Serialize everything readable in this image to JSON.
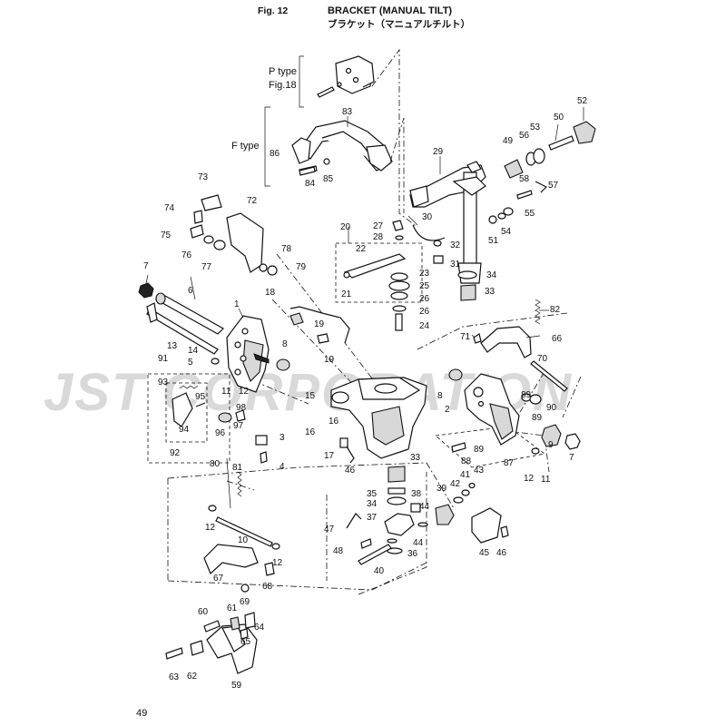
{
  "header": {
    "fig": "Fig. 12",
    "title_en": "BRACKET (MANUAL TILT)",
    "title_jp": "ブラケット（マニュアルチルト）"
  },
  "page_number": "49",
  "watermark": "JST CORPORATION",
  "notes": {
    "p_type": "P type",
    "p_type_ref": "Fig.18",
    "f_type": "F type"
  },
  "callouts": [
    {
      "id": "c1",
      "text": "1"
    },
    {
      "id": "c2",
      "text": "2"
    },
    {
      "id": "c3",
      "text": "3"
    },
    {
      "id": "c4",
      "text": "4"
    },
    {
      "id": "c5",
      "text": "5"
    },
    {
      "id": "c6",
      "text": "6"
    },
    {
      "id": "c7a",
      "text": "7"
    },
    {
      "id": "c7b",
      "text": "7"
    },
    {
      "id": "c8a",
      "text": "8"
    },
    {
      "id": "c8b",
      "text": "8"
    },
    {
      "id": "c9",
      "text": "9"
    },
    {
      "id": "c10",
      "text": "10"
    },
    {
      "id": "c11a",
      "text": "11"
    },
    {
      "id": "c11b",
      "text": "11"
    },
    {
      "id": "c12a",
      "text": "12"
    },
    {
      "id": "c12b",
      "text": "12"
    },
    {
      "id": "c12c",
      "text": "12"
    },
    {
      "id": "c12d",
      "text": "12"
    },
    {
      "id": "c13",
      "text": "13"
    },
    {
      "id": "c14",
      "text": "14"
    },
    {
      "id": "c15",
      "text": "15"
    },
    {
      "id": "c16a",
      "text": "16"
    },
    {
      "id": "c16b",
      "text": "16"
    },
    {
      "id": "c17",
      "text": "17"
    },
    {
      "id": "c18",
      "text": "18"
    },
    {
      "id": "c19a",
      "text": "19"
    },
    {
      "id": "c19b",
      "text": "19"
    },
    {
      "id": "c20",
      "text": "20"
    },
    {
      "id": "c21",
      "text": "21"
    },
    {
      "id": "c22",
      "text": "22"
    },
    {
      "id": "c23",
      "text": "23"
    },
    {
      "id": "c24",
      "text": "24"
    },
    {
      "id": "c25",
      "text": "25"
    },
    {
      "id": "c26a",
      "text": "26"
    },
    {
      "id": "c26b",
      "text": "26"
    },
    {
      "id": "c27",
      "text": "27"
    },
    {
      "id": "c28",
      "text": "28"
    },
    {
      "id": "c29",
      "text": "29"
    },
    {
      "id": "c30",
      "text": "30"
    },
    {
      "id": "c31",
      "text": "31"
    },
    {
      "id": "c32",
      "text": "32"
    },
    {
      "id": "c33a",
      "text": "33"
    },
    {
      "id": "c33b",
      "text": "33"
    },
    {
      "id": "c34a",
      "text": "34"
    },
    {
      "id": "c34b",
      "text": "34"
    },
    {
      "id": "c35",
      "text": "35"
    },
    {
      "id": "c36",
      "text": "36"
    },
    {
      "id": "c37",
      "text": "37"
    },
    {
      "id": "c38",
      "text": "38"
    },
    {
      "id": "c39",
      "text": "39"
    },
    {
      "id": "c40",
      "text": "40"
    },
    {
      "id": "c41",
      "text": "41"
    },
    {
      "id": "c42",
      "text": "42"
    },
    {
      "id": "c43",
      "text": "43"
    },
    {
      "id": "c44a",
      "text": "44"
    },
    {
      "id": "c44b",
      "text": "44"
    },
    {
      "id": "c45",
      "text": "45"
    },
    {
      "id": "c46a",
      "text": "46"
    },
    {
      "id": "c46b",
      "text": "46"
    },
    {
      "id": "c47",
      "text": "47"
    },
    {
      "id": "c48",
      "text": "48"
    },
    {
      "id": "c49",
      "text": "49"
    },
    {
      "id": "c50",
      "text": "50"
    },
    {
      "id": "c51",
      "text": "51"
    },
    {
      "id": "c52",
      "text": "52"
    },
    {
      "id": "c53",
      "text": "53"
    },
    {
      "id": "c54",
      "text": "54"
    },
    {
      "id": "c55",
      "text": "55"
    },
    {
      "id": "c56",
      "text": "56"
    },
    {
      "id": "c57",
      "text": "57"
    },
    {
      "id": "c58",
      "text": "58"
    },
    {
      "id": "c59",
      "text": "59"
    },
    {
      "id": "c60",
      "text": "60"
    },
    {
      "id": "c61",
      "text": "61"
    },
    {
      "id": "c62",
      "text": "62"
    },
    {
      "id": "c63",
      "text": "63"
    },
    {
      "id": "c64",
      "text": "64"
    },
    {
      "id": "c65",
      "text": "65"
    },
    {
      "id": "c66",
      "text": "66"
    },
    {
      "id": "c67",
      "text": "67"
    },
    {
      "id": "c68",
      "text": "68"
    },
    {
      "id": "c69",
      "text": "69"
    },
    {
      "id": "c70",
      "text": "70"
    },
    {
      "id": "c71",
      "text": "71"
    },
    {
      "id": "c72",
      "text": "72"
    },
    {
      "id": "c73",
      "text": "73"
    },
    {
      "id": "c74",
      "text": "74"
    },
    {
      "id": "c75",
      "text": "75"
    },
    {
      "id": "c76",
      "text": "76"
    },
    {
      "id": "c77",
      "text": "77"
    },
    {
      "id": "c78",
      "text": "78"
    },
    {
      "id": "c79",
      "text": "79"
    },
    {
      "id": "c80",
      "text": "80"
    },
    {
      "id": "c81",
      "text": "81"
    },
    {
      "id": "c82",
      "text": "82"
    },
    {
      "id": "c83",
      "text": "83"
    },
    {
      "id": "c84",
      "text": "84"
    },
    {
      "id": "c85",
      "text": "85"
    },
    {
      "id": "c86",
      "text": "86"
    },
    {
      "id": "c87",
      "text": "87"
    },
    {
      "id": "c88",
      "text": "88"
    },
    {
      "id": "c89a",
      "text": "89"
    },
    {
      "id": "c89b",
      "text": "89"
    },
    {
      "id": "c90",
      "text": "90"
    },
    {
      "id": "c91",
      "text": "91"
    },
    {
      "id": "c92",
      "text": "92"
    },
    {
      "id": "c93",
      "text": "93"
    },
    {
      "id": "c94",
      "text": "94"
    },
    {
      "id": "c95",
      "text": "95"
    },
    {
      "id": "c96",
      "text": "96"
    },
    {
      "id": "c97",
      "text": "97"
    }
  ]
}
